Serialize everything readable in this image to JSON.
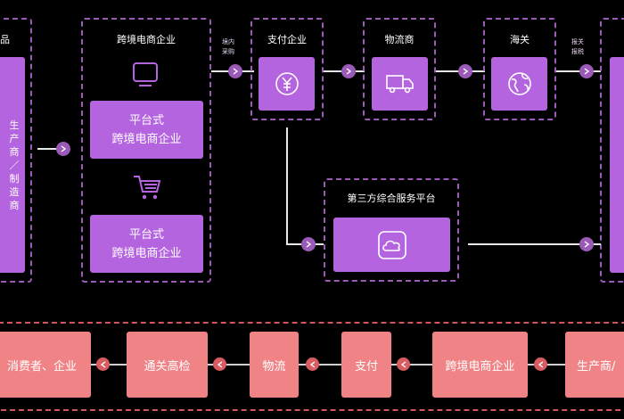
{
  "colors": {
    "purple": "#b564e0",
    "dash_purple": "#9b5ab8",
    "pink": "#f08386",
    "dash_red": "#d4555c"
  },
  "groups": {
    "left_title": "品",
    "left_text": "生产商／制造商",
    "cross_title": "跨境电商企业",
    "cross_box1": "平台式\n跨境电商企业",
    "cross_box2": "平台式\n跨境电商企业",
    "pay_title": "支付企业",
    "logistics_title": "物流商",
    "customs_title": "海关",
    "third_title": "第三方综合服务平台",
    "label_a": "境内\n采购",
    "label_b": "报关\n报税"
  },
  "icons": {
    "monitor": "monitor-icon",
    "cart": "cart-icon",
    "yen": "yen-icon",
    "truck": "truck-icon",
    "globe": "globe-icon",
    "cloud": "cloud-icon"
  },
  "flow": {
    "items": [
      "消费者、企业",
      "通关高检",
      "物流",
      "支付",
      "跨境电商企业",
      "生产商/"
    ]
  }
}
